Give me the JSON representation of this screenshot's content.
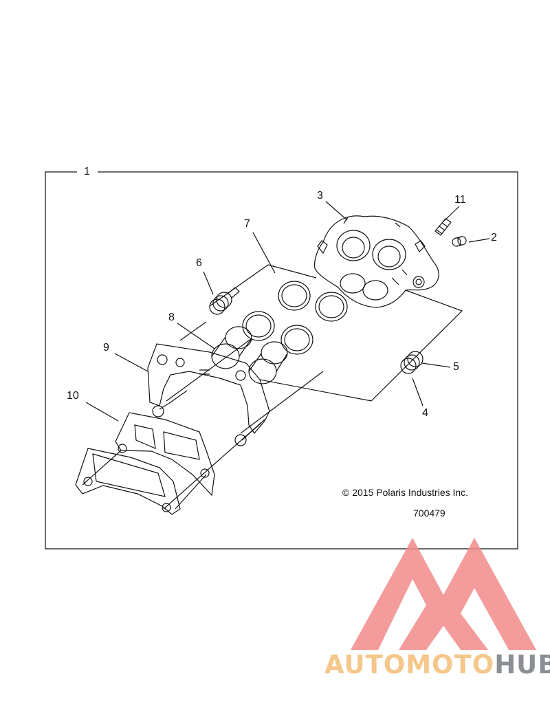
{
  "diagram": {
    "callouts": {
      "c1": "1",
      "c2": "2",
      "c3": "3",
      "c4": "4",
      "c5": "5",
      "c6": "6",
      "c7": "7",
      "c8": "8",
      "c9": "9",
      "c10": "10",
      "c11": "11"
    },
    "copyright": "© 2015 Polaris Industries Inc.",
    "drawing_number": "700479"
  },
  "watermark": {
    "brand_part1": "AUTO",
    "brand_part2": "MOTO",
    "brand_part3": "HUB",
    "colors": {
      "triangle": "#f28b8b",
      "auto": "#f5c78a",
      "hub": "#8b8f94"
    }
  }
}
